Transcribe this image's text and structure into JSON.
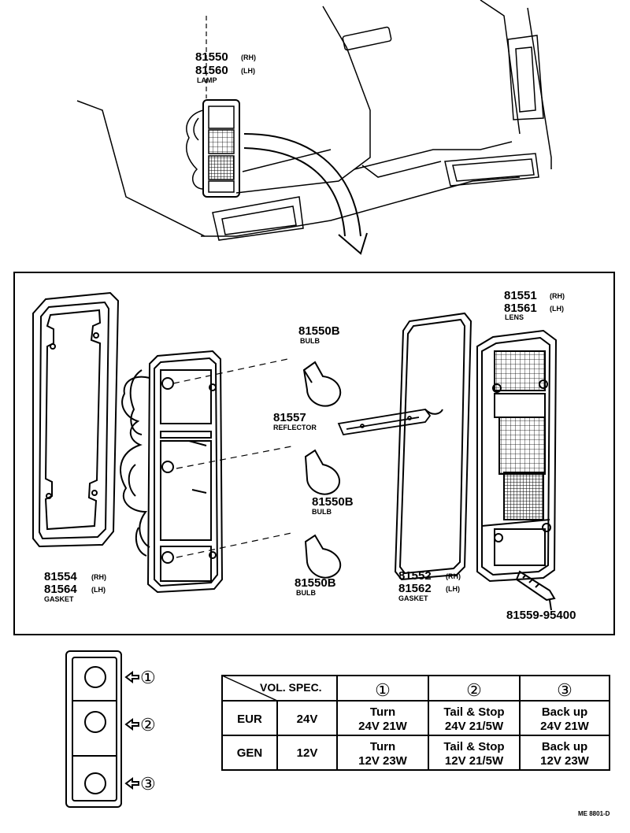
{
  "lamp": {
    "pn_rh": "81550",
    "rh": "(RH)",
    "pn_lh": "81560",
    "lh": "(LH)",
    "name": "LAMP"
  },
  "lens": {
    "pn_rh": "81551",
    "rh": "(RH)",
    "pn_lh": "81561",
    "lh": "(LH)",
    "name": "LENS"
  },
  "bulb_top": {
    "pn": "81550B",
    "name": "BULB"
  },
  "bulb_mid": {
    "pn": "81550B",
    "name": "BULB"
  },
  "bulb_bot": {
    "pn": "81550B",
    "name": "BULB"
  },
  "reflector": {
    "pn": "81557",
    "name": "REFLECTOR"
  },
  "gasket_left": {
    "pn_rh": "81554",
    "rh": "(RH)",
    "pn_lh": "81564",
    "lh": "(LH)",
    "name": "GASKET"
  },
  "gasket_right": {
    "pn_rh": "81552",
    "rh": "(RH)",
    "pn_lh": "81562",
    "lh": "(LH)",
    "name": "GASKET"
  },
  "screw": {
    "pn": "81559-95400"
  },
  "positions": {
    "p1": "①",
    "p2": "②",
    "p3": "③"
  },
  "spec_table": {
    "header": "VOL. SPEC.",
    "cols": [
      "①",
      "②",
      "③"
    ],
    "rows": [
      {
        "region": "EUR",
        "voltage": "24V",
        "c1a": "Turn",
        "c1b": "24V 21W",
        "c2a": "Tail & Stop",
        "c2b": "24V 21/5W",
        "c3a": "Back up",
        "c3b": "24V 21W"
      },
      {
        "region": "GEN",
        "voltage": "12V",
        "c1a": "Turn",
        "c1b": "12V 23W",
        "c2a": "Tail & Stop",
        "c2b": "12V 21/5W",
        "c3a": "Back up",
        "c3b": "12V 23W"
      }
    ]
  },
  "footer_code": "ME 8801-D"
}
